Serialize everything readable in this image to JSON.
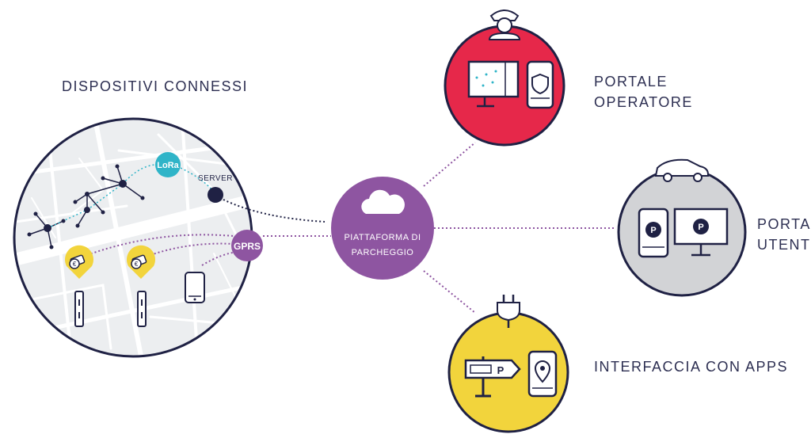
{
  "labels": {
    "devices": "DISPOSITIVI CONNESSI",
    "operator": [
      "PORTALE",
      "OPERATORE"
    ],
    "user": [
      "PORTALE",
      "UTENTE"
    ],
    "apps": "INTERFACCIA CON APPS",
    "platform": [
      "PIATTAFORMA DI",
      "PARCHEGGIO"
    ],
    "lora": "LoRa",
    "server": "SERVER",
    "gprs": "GPRS",
    "parking_sign": "P"
  },
  "colors": {
    "navy": "#1f2144",
    "purple": "#8e55a1",
    "red": "#e6284a",
    "grey": "#d2d3d6",
    "yellow": "#f2d43c",
    "teal": "#2fb4c8",
    "map_bg": "#eceef0"
  },
  "icons": [
    "cloud-icon",
    "police-officer-icon",
    "car-icon",
    "plug-icon",
    "monitor-icon",
    "smartphone-icon",
    "shield-icon",
    "parking-sign-icon",
    "location-pin-icon",
    "coin-tag-icon",
    "parking-sensor-icon"
  ]
}
